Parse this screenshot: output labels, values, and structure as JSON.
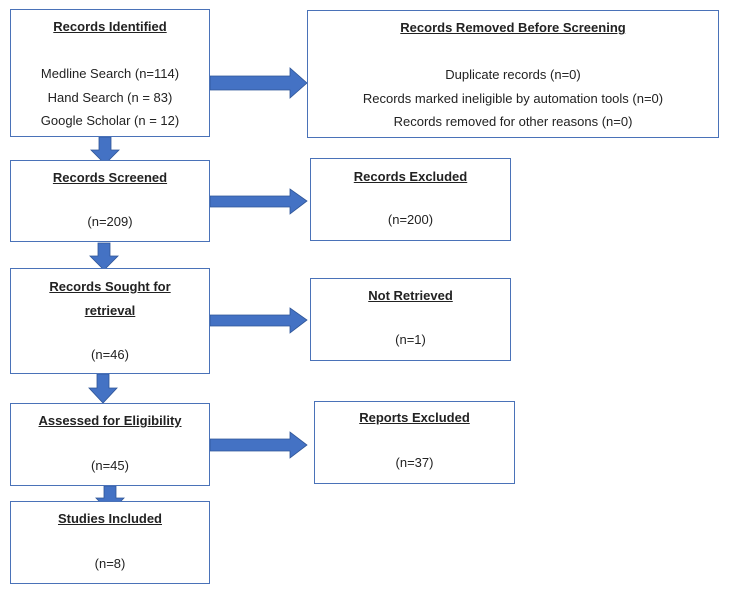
{
  "identified": {
    "title": "Records Identified",
    "lines": [
      "Medline Search (n=114)",
      "Hand Search (n = 83)",
      "Google Scholar (n = 12)"
    ]
  },
  "removed": {
    "title": "Records Removed Before Screening",
    "lines": [
      "Duplicate records (n=0)",
      "Records marked ineligible by automation tools (n=0)",
      "Records removed for other reasons (n=0)"
    ]
  },
  "screened": {
    "title": "Records Screened",
    "count": "(n=209)"
  },
  "excluded": {
    "title": "Records Excluded",
    "count": "(n=200)"
  },
  "sought": {
    "title_line1": "Records Sought for",
    "title_line2": "retrieval",
    "count": "(n=46)"
  },
  "not_retrieved": {
    "title": "Not Retrieved",
    "count": "(n=1)"
  },
  "assessed": {
    "title": "Assessed for Eligibility",
    "count": "(n=45)"
  },
  "reports_excluded": {
    "title": "Reports Excluded",
    "count": "(n=37)"
  },
  "included": {
    "title": "Studies Included",
    "count": "(n=8)"
  },
  "colors": {
    "border": "#4a72b8",
    "arrow": "#4472c4"
  }
}
